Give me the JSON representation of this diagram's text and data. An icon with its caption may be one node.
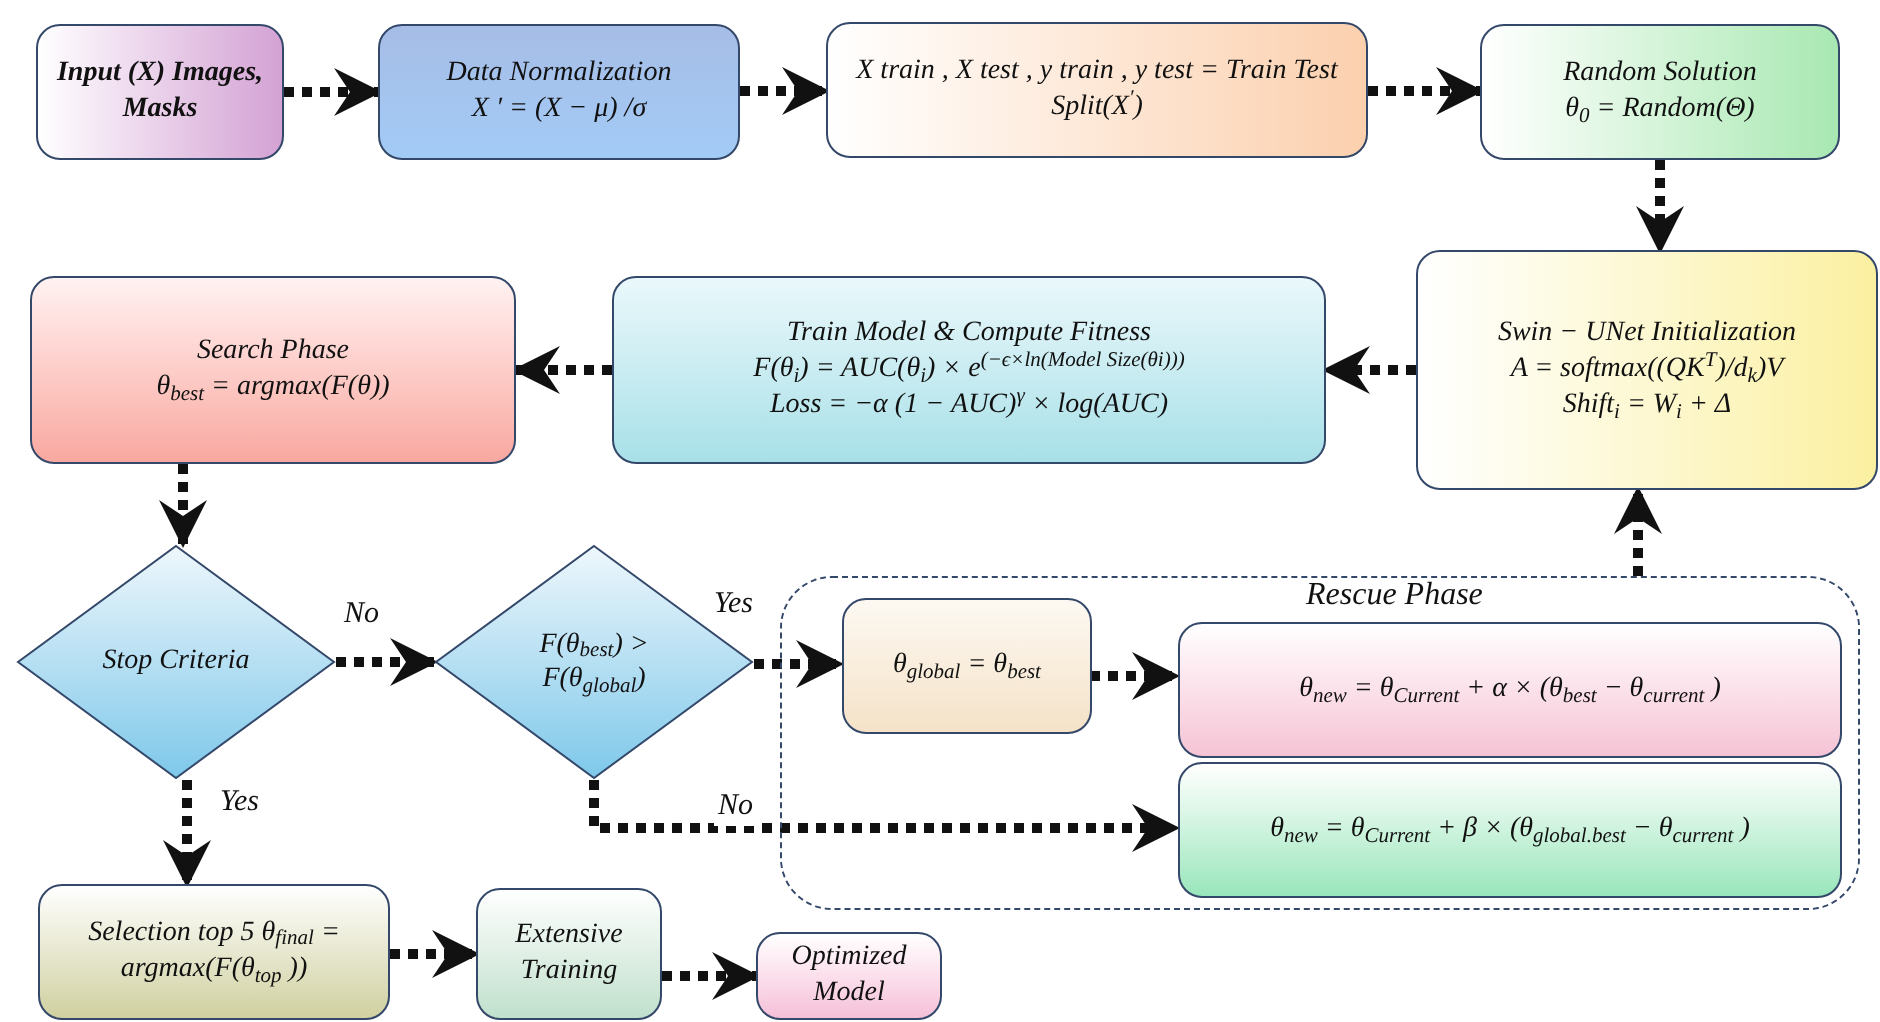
{
  "diagram": {
    "nodes": [
      {
        "text": [
          "Input (X) Images, Masks"
        ]
      },
      {
        "text": [
          "Data Normalization",
          "X ′ = (X − μ) /σ"
        ]
      },
      {
        "text": [
          "X train , X test , y train , y test = Train Test Split(X$^{′}$)"
        ]
      },
      {
        "text": [
          "Random Solution",
          "θ$_{0}$ = Random(Θ)"
        ]
      },
      {
        "text": [
          "Swin − UNet Initialization",
          "A = softmax((QK$^{T}$)/d$_{k}$)V",
          "Shift$_{i}$ = W$_{i}$ + Δ"
        ]
      },
      {
        "text": [
          "Train Model & Compute Fitness",
          "F(θ$_{i}$) = AUC(θ$_{i}$) × e$^{(−ϵ×ln(Model Size(θi)))}$",
          "Loss = −α (1 − AUC)$^{γ}$ × log(AUC)"
        ]
      },
      {
        "text": [
          "Search Phase",
          "θ$_{best}$ = argmax(F(θ))"
        ]
      },
      {
        "text": [
          "Stop Criteria"
        ]
      },
      {
        "text": [
          "F(θ$_{best}$) > F(θ$_{global}$)"
        ]
      },
      {
        "text": [
          "Rescue Phase"
        ]
      },
      {
        "text": [
          "θ$_{global}$ = θ$_{best}$"
        ],
        "in": 9
      },
      {
        "text": [
          "θ$_{new}$ = θ$_{Current}$ + α × (θ$_{best}$ − θ$_{current}$ )"
        ],
        "in": 9
      },
      {
        "text": [
          "θ$_{new}$ = θ$_{Current}$ + β × (θ$_{global.best}$ − θ$_{current}$ )"
        ],
        "in": 9
      },
      {
        "text": [
          "Selection top 5 θ$_{final}$ = argmax(F(θ$_{top}$ ))"
        ]
      },
      {
        "text": [
          "Extensive Training"
        ]
      },
      {
        "text": [
          "Optimized Model"
        ]
      }
    ],
    "edges": [
      {
        "from": 0,
        "to": 1,
        "arrow": "to"
      },
      {
        "from": 1,
        "to": 2,
        "arrow": "to"
      },
      {
        "from": 2,
        "to": 3,
        "arrow": "to"
      },
      {
        "from": 3,
        "to": 4,
        "arrow": "to"
      },
      {
        "from": 4,
        "to": 5,
        "arrow": "to"
      },
      {
        "from": 5,
        "to": 6,
        "arrow": "to"
      },
      {
        "from": 6,
        "to": 7,
        "arrow": "to"
      },
      {
        "from": 7,
        "to": 8,
        "arrow": "to",
        "label": "No"
      },
      {
        "from": 8,
        "to": 10,
        "arrow": "to",
        "label": "Yes"
      },
      {
        "from": 10,
        "to": 11,
        "arrow": "to"
      },
      {
        "from": 8,
        "to": 12,
        "arrow": "to",
        "label": "No"
      },
      {
        "from": 7,
        "to": 13,
        "arrow": "to",
        "label": "Yes"
      },
      {
        "from": 13,
        "to": 14,
        "arrow": "to"
      },
      {
        "from": 14,
        "to": 15,
        "arrow": "to"
      },
      {
        "from": 9,
        "to": 4,
        "arrow": "to"
      }
    ]
  }
}
